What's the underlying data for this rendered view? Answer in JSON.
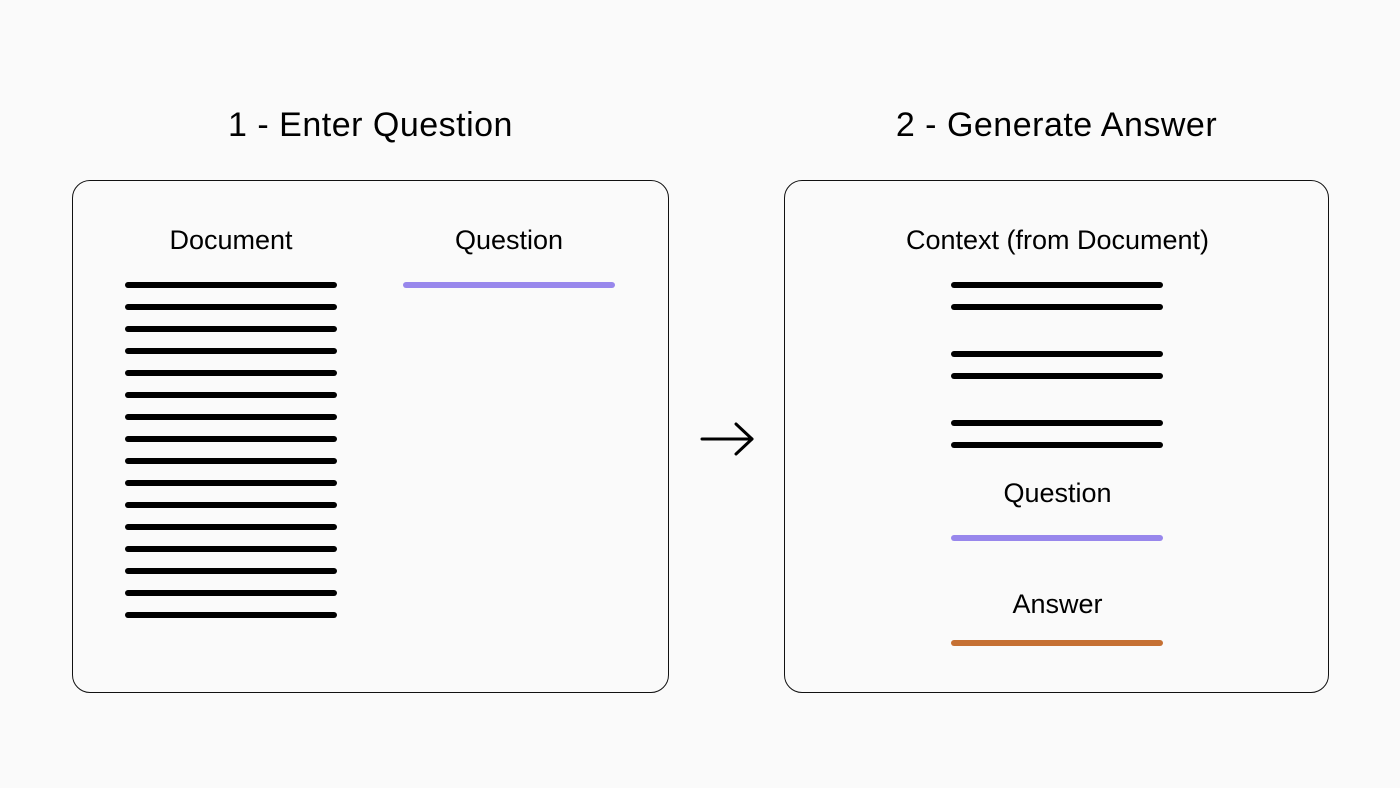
{
  "steps": [
    {
      "title": "1 - Enter Question",
      "document_label": "Document",
      "question_label": "Question",
      "document_line_count": 16
    },
    {
      "title": "2 - Generate Answer",
      "context_label": "Context (from Document)",
      "context_line_groups": [
        2,
        2,
        2
      ],
      "question_label": "Question",
      "answer_label": "Answer"
    }
  ],
  "colors": {
    "text_line": "#000000",
    "question_line": "#9887ec",
    "answer_line": "#c57033",
    "background": "#fafafa"
  },
  "arrow_icon": "right-arrow-icon"
}
